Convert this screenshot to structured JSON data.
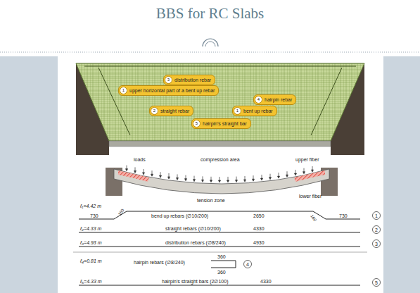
{
  "diagram": {
    "title": "BBS for RC Slabs",
    "nodes": [
      {
        "text": [
          "3",
          "distribution rebar"
        ]
      },
      {
        "text": [
          "1",
          "upper horizontal part of a bent up rebar"
        ]
      },
      {
        "text": [
          "4",
          "hairpin rebar"
        ]
      },
      {
        "text": [
          "2",
          "straight rebar"
        ]
      },
      {
        "text": [
          "1",
          "bent up rebar"
        ]
      },
      {
        "text": [
          "5",
          "hairpin's straight bar"
        ]
      }
    ],
    "labels": [
      "loads",
      "compression area",
      "upper fiber",
      "tension zone",
      "lower fiber",
      "ℓ₁=4.42 m",
      "730",
      "160",
      "bend up rebars (∅10/200)",
      "2650",
      "160",
      "730",
      "1",
      "ℓ₂=4.33 m",
      "straight rebars (∅10/200)",
      "4330",
      "2",
      "ℓ₃=4.93 m",
      "distribution rebars (∅8/240)",
      "4930",
      "3",
      "ℓ₄=0.81 m",
      "hairpin rebars (∅8/240)",
      "360",
      "360",
      "4",
      "ℓ₅=4.33 m",
      "hairpin's straight bars (2∅100)",
      "4330",
      "5"
    ]
  }
}
